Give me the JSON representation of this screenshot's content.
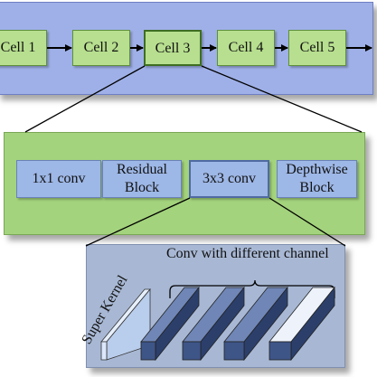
{
  "cells": [
    "Cell 1",
    "Cell 2",
    "Cell 3",
    "Cell 4",
    "Cell 5"
  ],
  "operations": [
    {
      "label": "1x1 conv"
    },
    {
      "label": "Residual\nBlock"
    },
    {
      "label": "3x3 conv"
    },
    {
      "label": "Depthwise\nBlock"
    }
  ],
  "kernel": {
    "super_kernel_label": "Super Kernel",
    "channel_label": "Conv with different channel"
  },
  "colors": {
    "cell_panel": "#9fb0e8",
    "op_panel": "#a3d37c",
    "kernel_panel": "#a8b8d4",
    "cell_box": "#b7df8f",
    "op_box": "#9db7e6",
    "super_kernel": "#cfe0fa",
    "channel_block": "#3f5a92"
  }
}
